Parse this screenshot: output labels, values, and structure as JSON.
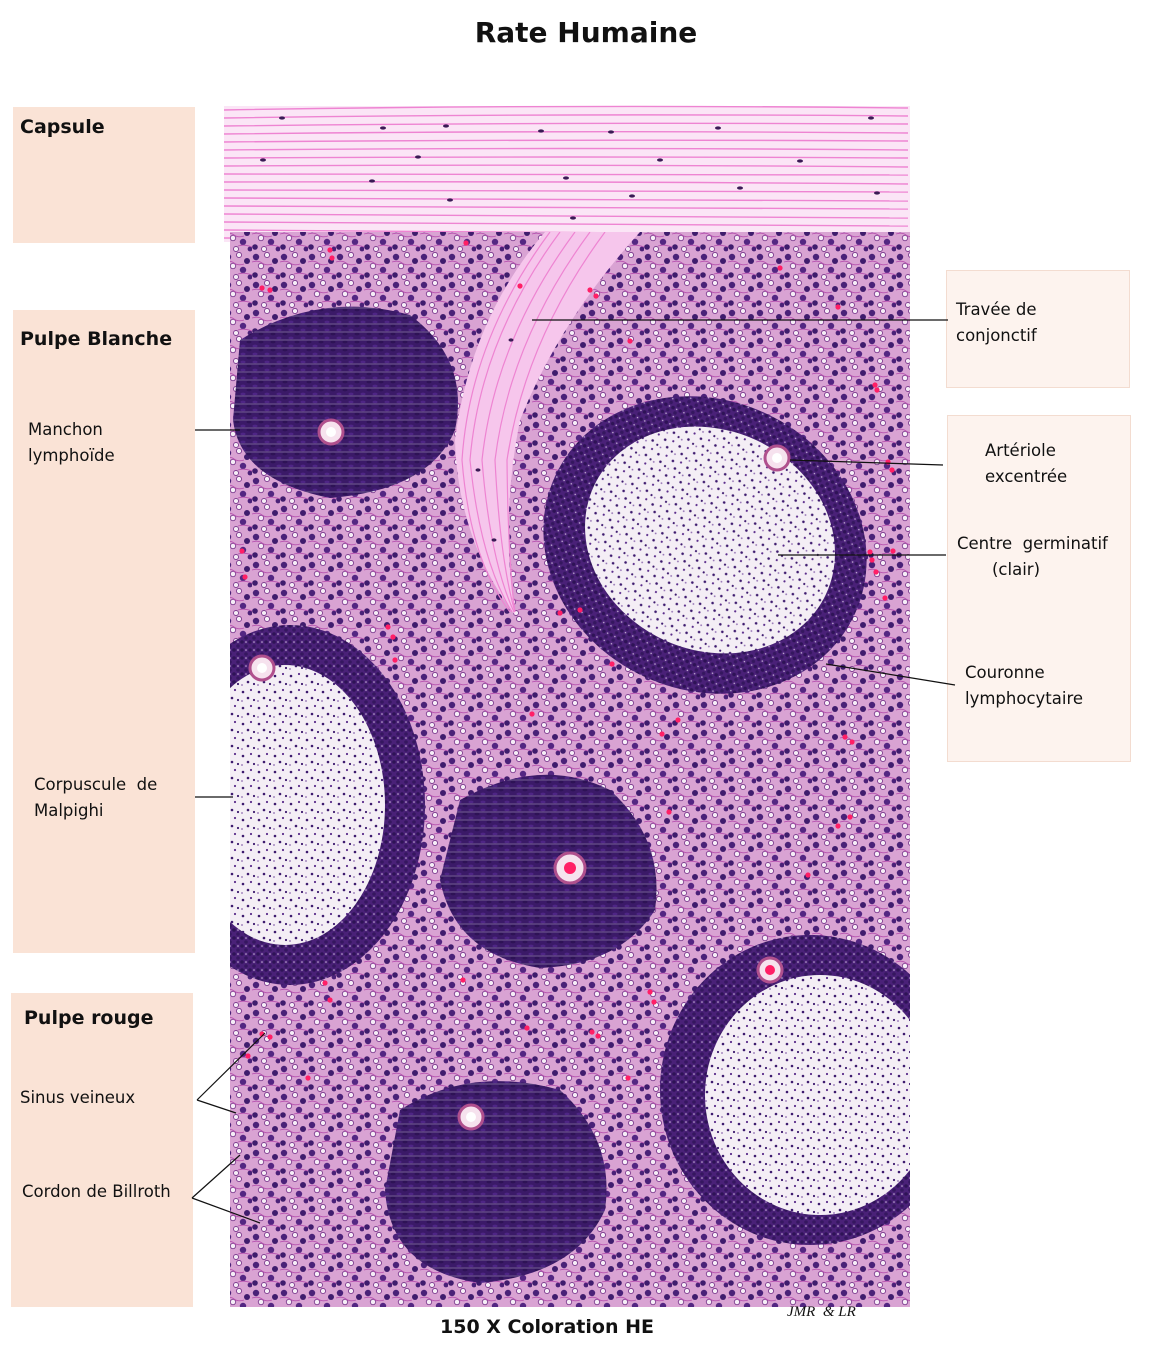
{
  "title": "Rate Humaine",
  "left_panel": {
    "capsule": "Capsule",
    "pulpe_blanche": "Pulpe Blanche",
    "manchon_line1": "Manchon",
    "manchon_line2": "lymphoïde",
    "corpuscule_line1": "Corpuscule  de",
    "corpuscule_line2": "Malpighi",
    "pulpe_rouge": "Pulpe rouge",
    "sinus": "Sinus veineux",
    "cordon": "Cordon de Billroth"
  },
  "right_panel": {
    "travee_line1": "Travée de",
    "travee_line2": "conjonctif",
    "arteriole_line1": "Artériole",
    "arteriole_line2": "excentrée",
    "centre_line1": "Centre  germinatif",
    "centre_line2": "(clair)",
    "couronne_line1": "Couronne",
    "couronne_line2": "lymphocytaire"
  },
  "caption": "150 X Coloration HE",
  "signature": "JMR  & LR",
  "colors": {
    "capsule_fiber": "#ee84d2",
    "red_pulp_bg": "#d79ad0",
    "lymphocyte": "#3d1a6e",
    "germinal_center": "#f4eef5",
    "red_blood_cell": "#ff1f66",
    "label_box_left": "#fae3d6",
    "label_box_right": "#fdf3ee"
  }
}
